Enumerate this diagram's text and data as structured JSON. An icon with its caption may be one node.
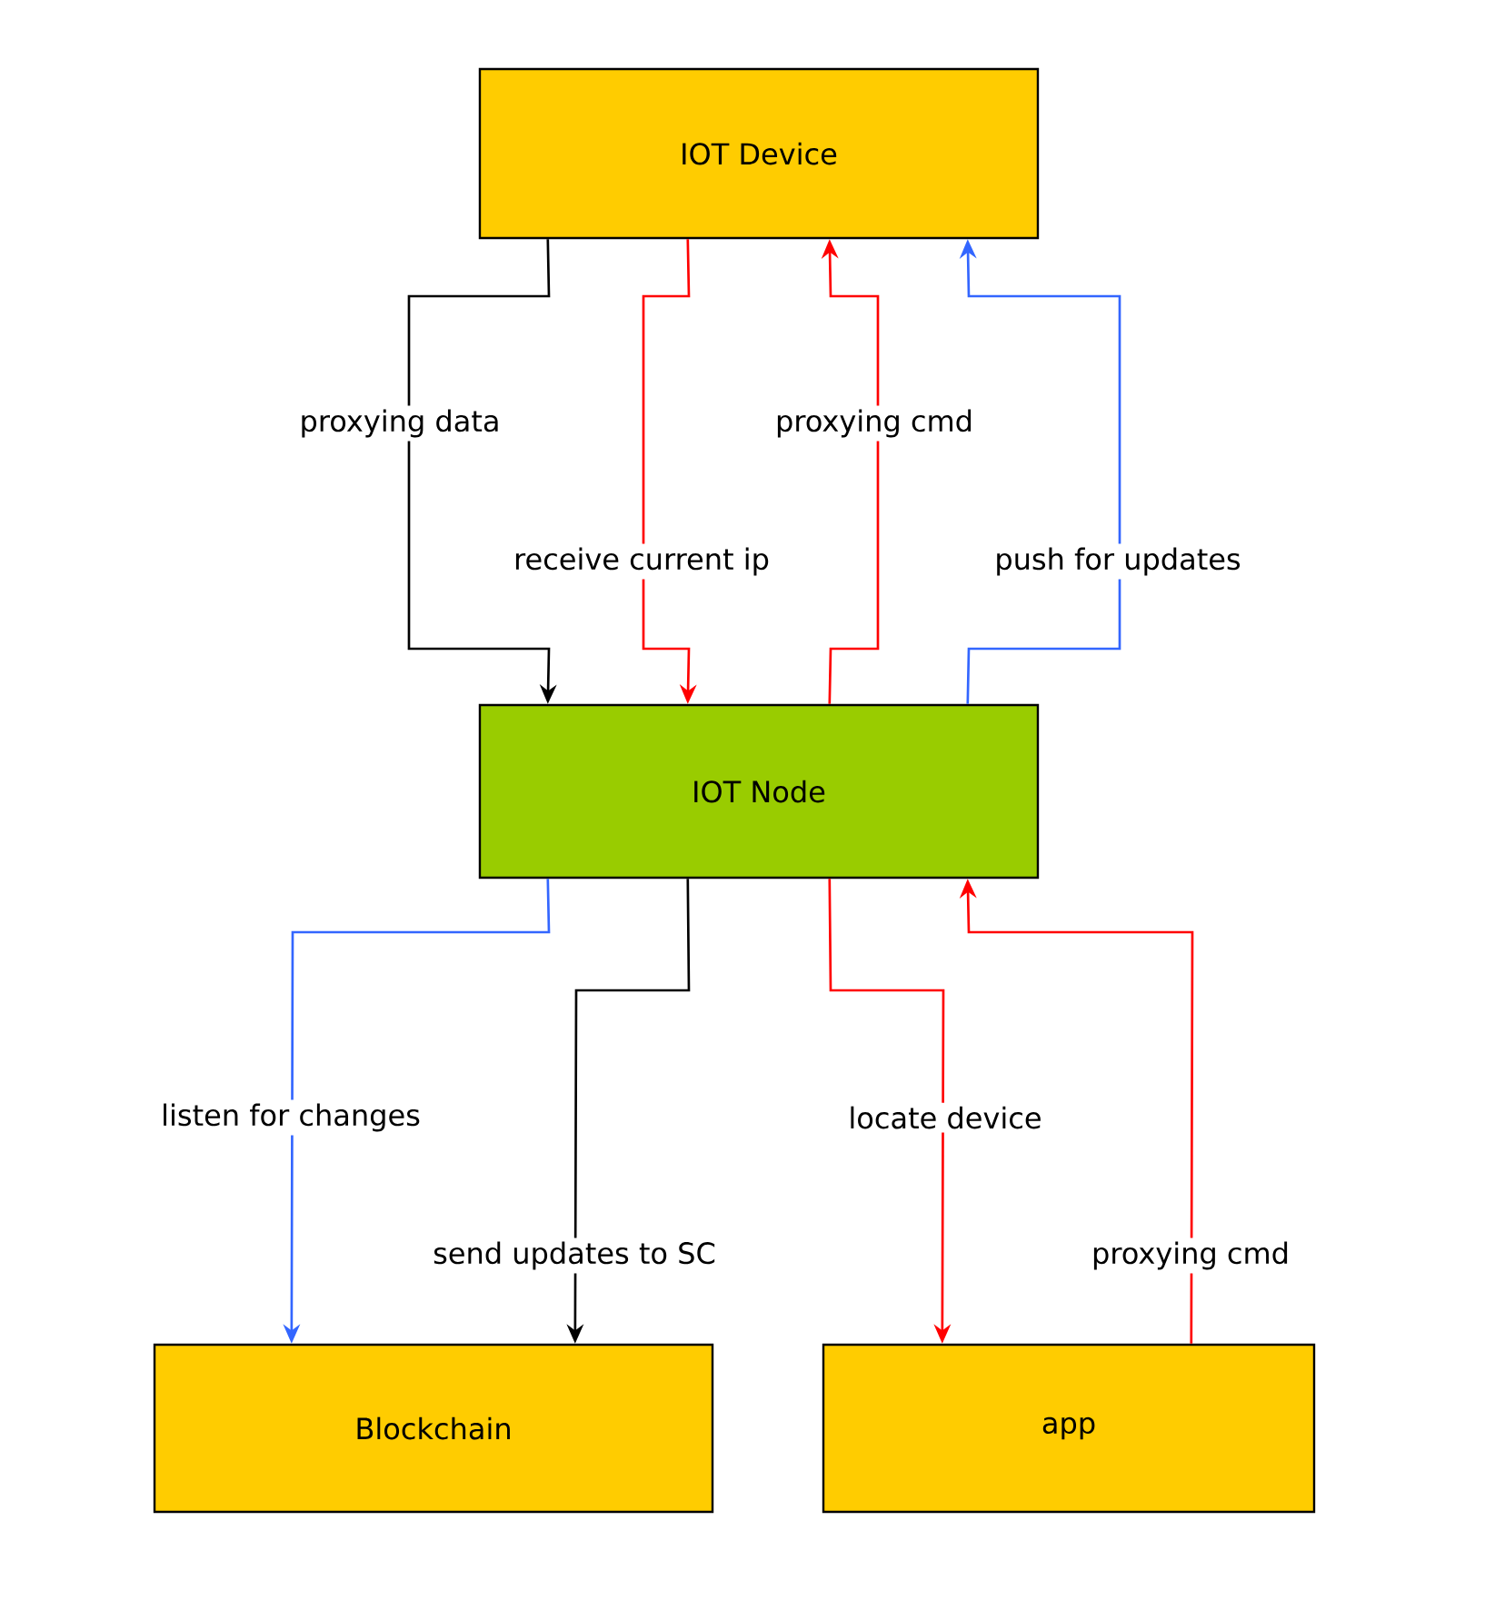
{
  "diagram": {
    "nodes": [
      {
        "text": [
          "IOT Device"
        ]
      },
      {
        "text": [
          "IOT Node"
        ]
      },
      {
        "text": [
          "Blockchain"
        ]
      },
      {
        "text": [
          "app"
        ]
      }
    ],
    "edges": [
      {
        "from": 0,
        "to": 1,
        "arrow": "to",
        "label": "proxying data",
        "color": "#000000"
      },
      {
        "from": 0,
        "to": 1,
        "arrow": "to",
        "label": "receive current ip",
        "color": "#ff0000"
      },
      {
        "from": 1,
        "to": 0,
        "arrow": "to",
        "label": "proxying cmd",
        "color": "#ff0000"
      },
      {
        "from": 1,
        "to": 0,
        "arrow": "to",
        "label": "push for updates",
        "color": "#3366ff"
      },
      {
        "from": 1,
        "to": 2,
        "arrow": "to",
        "label": "listen for changes",
        "color": "#3366ff"
      },
      {
        "from": 1,
        "to": 2,
        "arrow": "to",
        "label": "send updates to SC",
        "color": "#000000"
      },
      {
        "from": 1,
        "to": 3,
        "arrow": "to",
        "label": "locate device",
        "color": "#ff0000"
      },
      {
        "from": 3,
        "to": 1,
        "arrow": "to",
        "label": "proxying cmd",
        "color": "#ff0000"
      }
    ]
  }
}
